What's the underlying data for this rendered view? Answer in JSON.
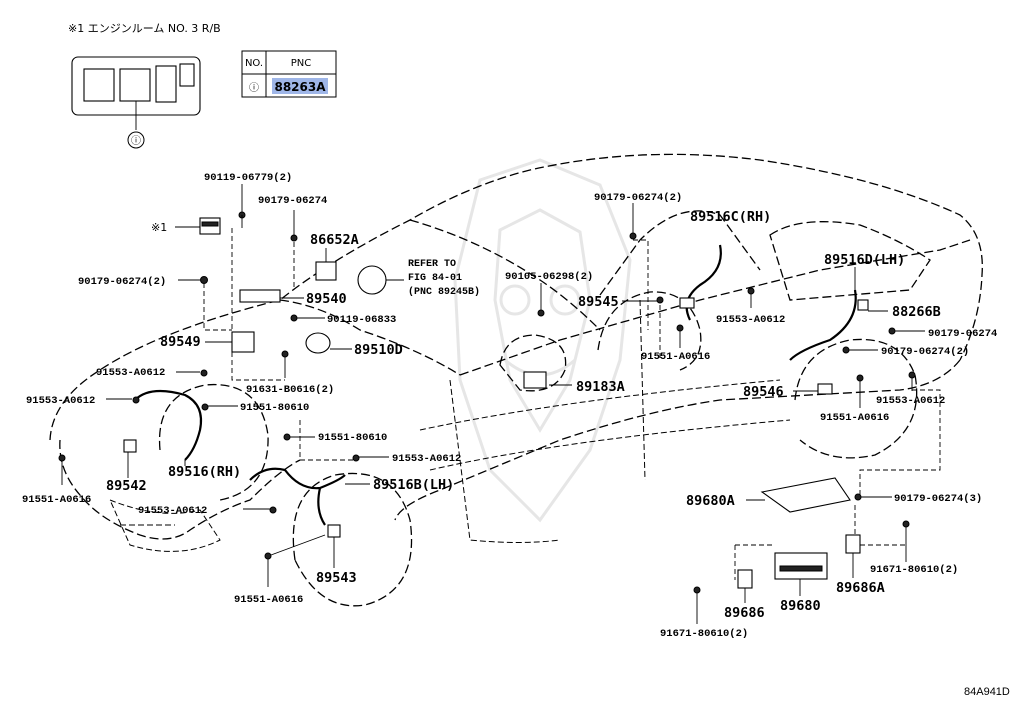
{
  "header": {
    "note": "※1 エンジンルーム NO. 3 R/B"
  },
  "table": {
    "col_no": "NO.",
    "col_pnc": "PNC",
    "row_no": "ⓘ",
    "row_pnc": "88263A",
    "highlight_color": "#9fb6e8"
  },
  "callouts": {
    "c_901190677": "90119-06779(2)",
    "c_90179_a": "90179-06274",
    "c_86652a": "86652A",
    "c_x1": "※1",
    "c_90179_b": "90179-06274(2)",
    "c_89540": "89540",
    "c_901190683": "90119-06833",
    "c_89549": "89549",
    "c_89510d": "89510D",
    "c_91631": "91631-B0616(2)",
    "c_91553_a": "91553-A0612",
    "c_91553_b": "91553-A0612",
    "c_91551_a": "91551-80610",
    "c_89516rh": "89516(RH)",
    "c_89542": "89542",
    "c_91551_b": "91551-A0616",
    "c_91551_c": "91551-80610",
    "c_91553_c": "91553-A0612",
    "c_89516blh": "89516B(LH)",
    "c_91553_d": "91553-A0612",
    "c_89543": "89543",
    "c_91551_d": "91551-A0616",
    "c_ref1": "REFER TO",
    "c_ref2": "FIG 84-01",
    "c_ref3": "(PNC 89245B)",
    "c_90179_c": "90179-06274(2)",
    "c_89516c": "89516C(RH)",
    "c_90105": "90105-06298(2)",
    "c_89545": "89545",
    "c_91553_e": "91553-A0612",
    "c_91551_e": "91551-A0616",
    "c_89183a": "89183A",
    "c_89516d": "89516D(LH)",
    "c_88266b": "88266B",
    "c_90179_d": "90179-06274",
    "c_90179_e": "90179-06274(2)",
    "c_89546": "89546",
    "c_91553_f": "91553-A0612",
    "c_91551_f": "91551-A0616",
    "c_89680a": "89680A",
    "c_90179_f": "90179-06274(3)",
    "c_91671_a": "91671-80610(2)",
    "c_89686a": "89686A",
    "c_89680": "89680",
    "c_89686": "89686",
    "c_91671_b": "91671-80610(2)",
    "c_circle_i": "ⓘ",
    "c_code": "84A941D"
  }
}
